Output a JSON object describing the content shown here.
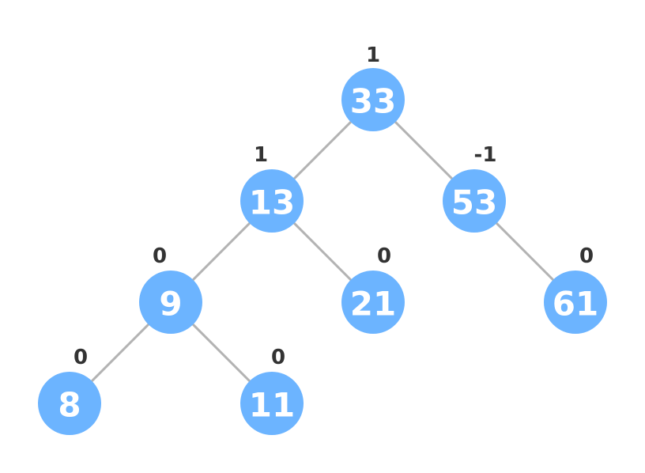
{
  "tree": {
    "colors": {
      "node_fill": "#6cb4ff",
      "node_text": "#ffffff",
      "edge": "#b3b3b3",
      "balance_text": "#333333"
    },
    "nodes": [
      {
        "id": "n33",
        "value": "33",
        "balance": "1"
      },
      {
        "id": "n13",
        "value": "13",
        "balance": "1"
      },
      {
        "id": "n53",
        "value": "53",
        "balance": "-1"
      },
      {
        "id": "n9",
        "value": "9",
        "balance": "0"
      },
      {
        "id": "n21",
        "value": "21",
        "balance": "0"
      },
      {
        "id": "n61",
        "value": "61",
        "balance": "0"
      },
      {
        "id": "n8",
        "value": "8",
        "balance": "0"
      },
      {
        "id": "n11",
        "value": "11",
        "balance": "0"
      }
    ],
    "edges": [
      {
        "from": "n33",
        "to": "n13"
      },
      {
        "from": "n33",
        "to": "n53"
      },
      {
        "from": "n13",
        "to": "n9"
      },
      {
        "from": "n13",
        "to": "n21"
      },
      {
        "from": "n53",
        "to": "n61"
      },
      {
        "from": "n9",
        "to": "n8"
      },
      {
        "from": "n9",
        "to": "n11"
      }
    ]
  }
}
